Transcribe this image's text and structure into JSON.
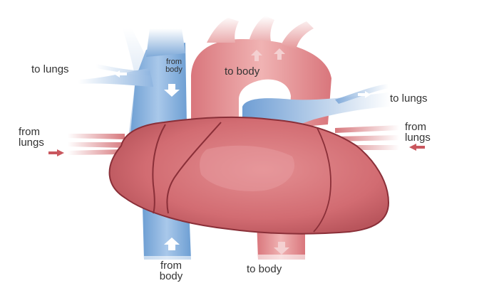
{
  "diagram": {
    "labels": {
      "to_lungs_left": "to lungs",
      "from_body_top": [
        "from",
        "body"
      ],
      "to_body_top": "to body",
      "to_lungs_right": "to lungs",
      "from_lungs_left": [
        "from",
        "lungs"
      ],
      "from_lungs_right": [
        "from",
        "lungs"
      ],
      "from_body_bottom": [
        "from",
        "body"
      ],
      "to_body_bottom": "to body"
    },
    "colors": {
      "oxygenated": "#d9868a",
      "deoxygenated": "#8eb6dd",
      "heart": "#cf6a6f",
      "arrow_oxygenated": "#c9575e",
      "arrow_deoxygenated": "#ffffff"
    }
  }
}
